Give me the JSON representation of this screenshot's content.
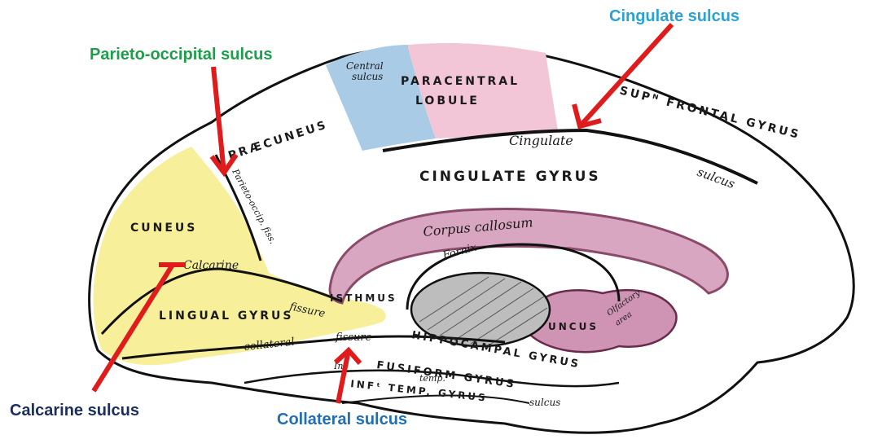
{
  "callouts": {
    "cingulate_sulcus": "Cingulate sulcus",
    "parieto_occipital_sulcus": "Parieto-occipital sulcus",
    "calcarine_sulcus": "Calcarine sulcus",
    "collateral_sulcus": "Collateral sulcus"
  },
  "callout_colors": {
    "cingulate": "#29a3d6",
    "parieto_occipital": "#1e9e4a",
    "calcarine": "#1b2f5e",
    "collateral": "#1f6fb5",
    "arrow": "#e01b1b"
  },
  "region_colors": {
    "cuneus_lingual": "#f7ef9a",
    "paracentral": "#f2c6d6",
    "central": "#a9cbe6",
    "corpus_callosum_border": "#b07a9a"
  },
  "brain_labels": {
    "central_sulcus_1": "Central",
    "central_sulcus_2": "sulcus",
    "paracentral_1": "PARACENTRAL",
    "paracentral_2": "LOBULE",
    "sup_frontal": "SUPᴺ FRONTAL GYRUS",
    "praecuneus": "PRÆCUNEUS",
    "cingulate_sulcus_1": "Cingulate",
    "cingulate_sulcus_2": "sulcus",
    "cingulate_gyrus": "CINGULATE GYRUS",
    "parieto_occip_fiss": "Parieto-occip. fiss.",
    "cuneus": "CUNEUS",
    "corpus_callosum": "Corpus callosum",
    "fornix": "Fornix",
    "calcarine": "Calcarine",
    "fissure_1": "fissure",
    "isthmus": "ISTHMUS",
    "lingual_gyrus": "LINGUAL GYRUS",
    "collateral": "collateral",
    "fissure_2": "fissure",
    "hippocampal_gyrus": "HIPPOCAMPAL GYRUS",
    "uncus": "UNCUS",
    "olfactory": "Olfactory",
    "area": "area",
    "inf_temp_1": "Infᵗ",
    "fusiform_gyrus": "FUSIFORM GYRUS",
    "temp": "temp.",
    "sulcus": "sulcus",
    "inf_temp_gyrus": "INFᵗ TEMP. GYRUS"
  }
}
